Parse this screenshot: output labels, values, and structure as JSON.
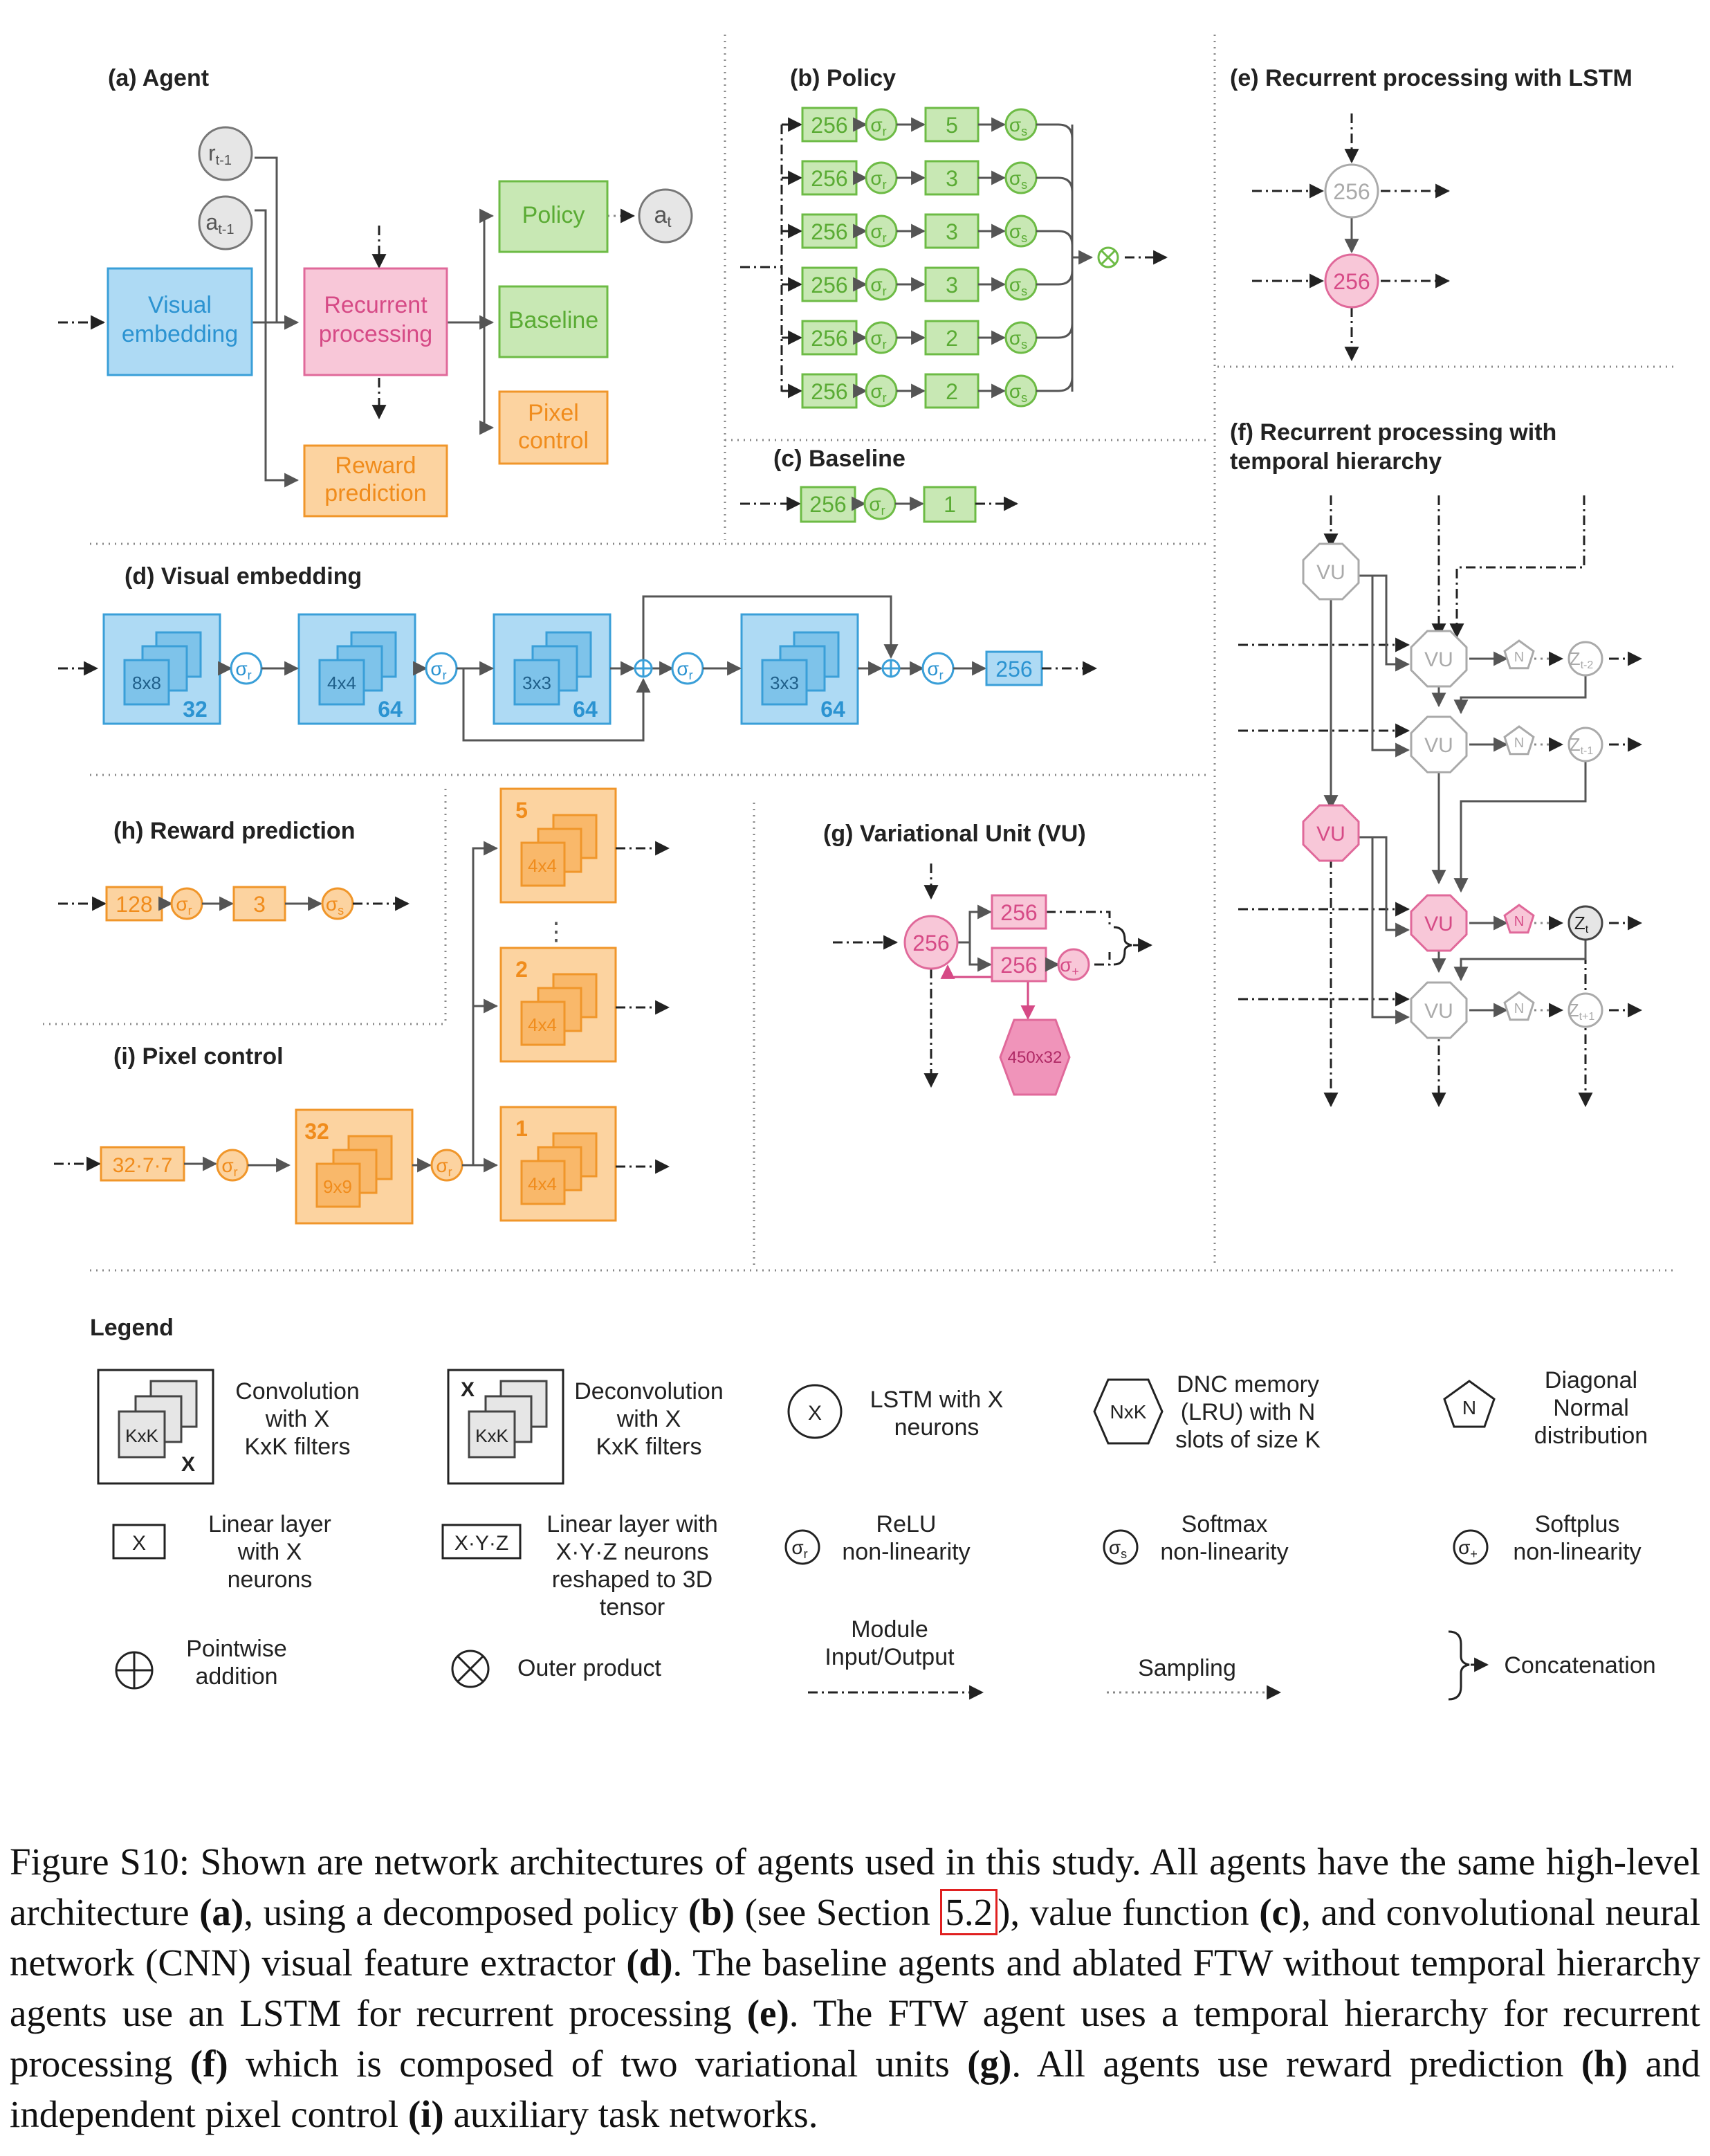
{
  "panels": {
    "a": "(a) Agent",
    "b": "(b) Policy",
    "c": "(c) Baseline",
    "d": "(d) Visual embedding",
    "e": "(e) Recurrent processing with LSTM",
    "f1": "(f) Recurrent processing with",
    "f2": "temporal hierarchy",
    "g": "(g) Variational Unit (VU)",
    "h": "(h) Reward prediction",
    "i": "(i) Pixel control"
  },
  "agent": {
    "r_prev": "r",
    "r_prev_sub": "t-1",
    "a_prev": "a",
    "a_prev_sub": "t-1",
    "visual1": "Visual",
    "visual2": "embedding",
    "rec1": "Recurrent",
    "rec2": "processing",
    "policy": "Policy",
    "baseline": "Baseline",
    "pixel1": "Pixel",
    "pixel2": "control",
    "reward1": "Reward",
    "reward2": "prediction",
    "a_t": "a",
    "a_t_sub": "t"
  },
  "policy": {
    "width": "256",
    "relu": "σ",
    "relu_sub": "r",
    "softmax": "σ",
    "softmax_sub": "s",
    "heads": [
      "5",
      "3",
      "3",
      "3",
      "2",
      "2"
    ]
  },
  "baseline": {
    "width": "256",
    "out": "1"
  },
  "visual": {
    "convs": [
      {
        "k": "8x8",
        "n": "32"
      },
      {
        "k": "4x4",
        "n": "64"
      },
      {
        "k": "3x3",
        "n": "64"
      },
      {
        "k": "3x3",
        "n": "64"
      }
    ],
    "out": "256"
  },
  "lstm": {
    "top": "256",
    "bottom": "256"
  },
  "hierarchy": {
    "vu": "VU",
    "n": "N",
    "z": [
      "Z",
      "Z",
      "Z",
      "Z"
    ],
    "z_sub": [
      "t-2",
      "t-1",
      "t",
      "t+1"
    ]
  },
  "reward": {
    "linear": "128",
    "out": "3"
  },
  "pixel": {
    "linear": "32·7·7",
    "deconv": {
      "k": "9x9",
      "n": "32"
    },
    "heads": [
      {
        "k": "4x4",
        "n": "5"
      },
      {
        "k": "4x4",
        "n": "2"
      },
      {
        "k": "4x4",
        "n": "1"
      }
    ],
    "dots": "⋮"
  },
  "vu": {
    "lstm": "256",
    "mu": "256",
    "sigma": "256",
    "softplus": "σ",
    "softplus_sub": "+",
    "dnc": "450x32"
  },
  "legend": {
    "title": "Legend",
    "conv": [
      "Convolution",
      "with X",
      "KxK filters"
    ],
    "deconv": [
      "Deconvolution",
      "with X",
      "KxK filters"
    ],
    "lstm": [
      "LSTM with X",
      "neurons"
    ],
    "dnc": [
      "DNC memory",
      "(LRU) with N",
      "slots of size K"
    ],
    "normal": [
      "Diagonal",
      "Normal",
      "distribution"
    ],
    "linear": [
      "Linear layer",
      "with X",
      "neurons"
    ],
    "linear3d": [
      "Linear layer with",
      "X·Y·Z neurons",
      "reshaped to 3D",
      "tensor"
    ],
    "relu": [
      "ReLU",
      "non-linearity"
    ],
    "softmax": [
      "Softmax",
      "non-linearity"
    ],
    "softplus": [
      "Softplus",
      "non-linearity"
    ],
    "add": [
      "Pointwise",
      "addition"
    ],
    "outer": "Outer product",
    "io": [
      "Module",
      "Input/Output"
    ],
    "sampling": "Sampling",
    "concat": "Concatenation",
    "sym_x": "X",
    "sym_kxk": "KxK",
    "sym_nxk": "NxK",
    "sym_n": "N",
    "sym_xyz": "X·Y·Z"
  },
  "caption": {
    "label": "Figure S10:",
    "t1": "Shown are network architectures of agents used in this study. All agents have the same high-level architecture ",
    "b_a": "(a)",
    "t2": ", using a decomposed policy ",
    "b_b": "(b)",
    "t3": " (see Section ",
    "ref": "5.2",
    "t4": "), value function ",
    "b_c": "(c)",
    "t5": ", and convolutional neural network (CNN) visual feature extractor ",
    "b_d": "(d)",
    "t6": ". The baseline agents and ablated FTW without temporal hierarchy agents use an LSTM for recurrent processing ",
    "b_e": "(e)",
    "t7": ". The FTW agent uses a temporal hierarchy for recurrent processing ",
    "b_f": "(f)",
    "t8": " which is composed of two variational units ",
    "b_g": "(g)",
    "t9": ". All agents use reward prediction ",
    "b_h": "(h)",
    "t10": " and independent pixel control ",
    "b_i": "(i)",
    "t11": " auxiliary task networks."
  }
}
